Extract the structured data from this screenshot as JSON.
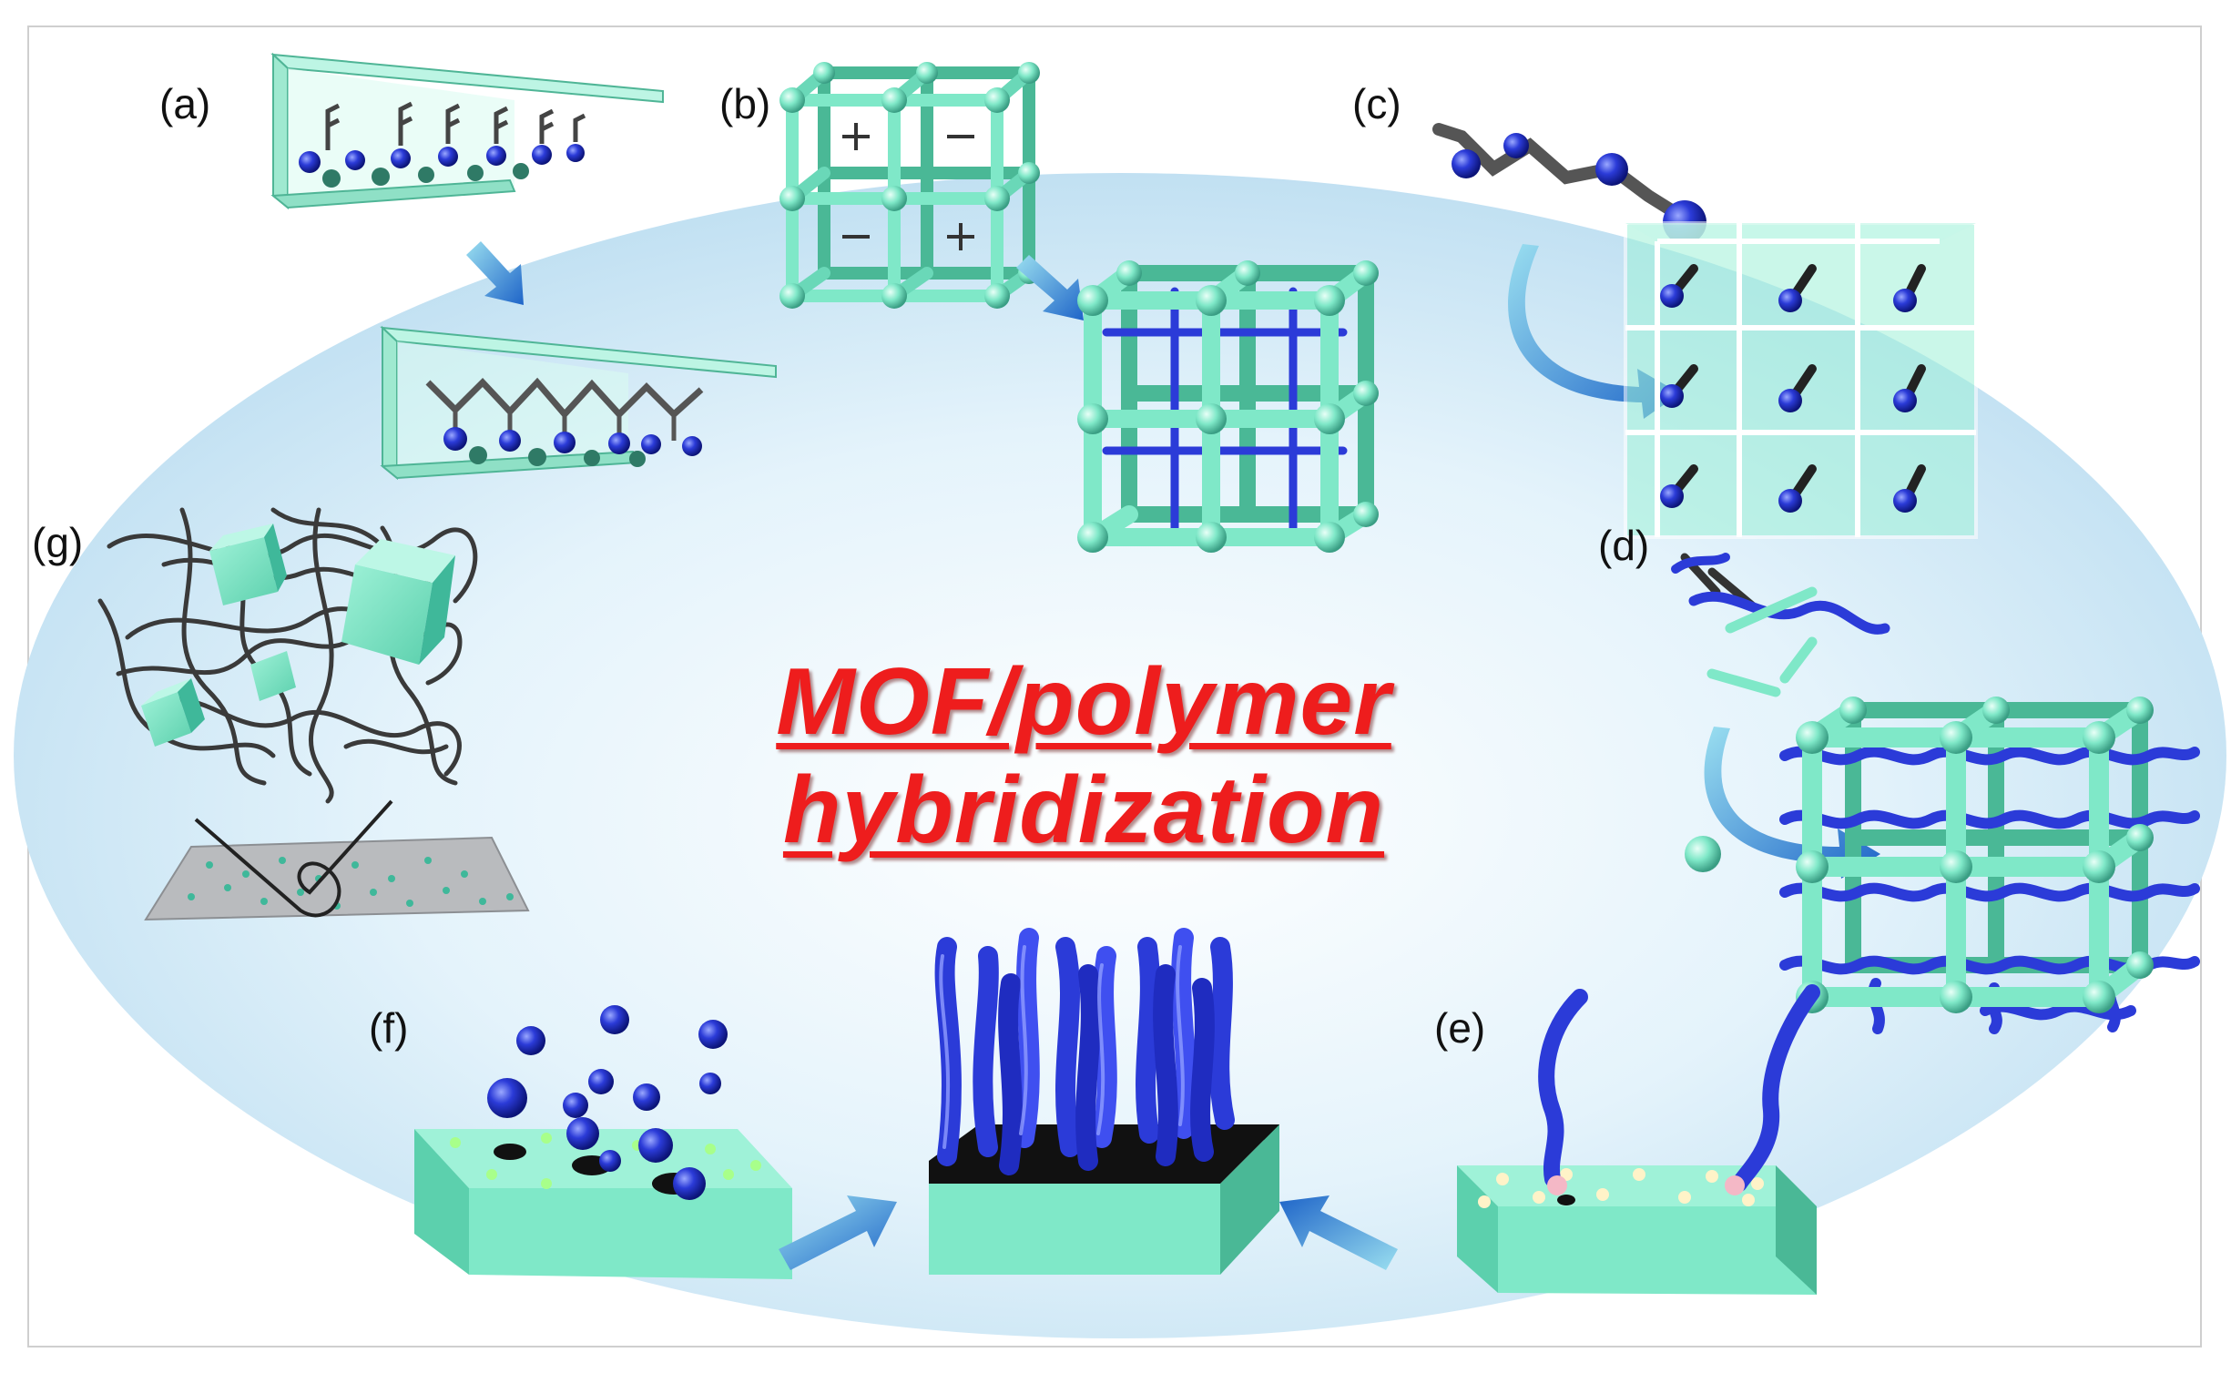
{
  "title": "MOF/polymer hybridization",
  "panels": {
    "a": "(a)",
    "b": "(b)",
    "c": "(c)",
    "d": "(d)",
    "e": "(e)",
    "f": "(f)",
    "g": "(g)"
  },
  "colors": {
    "mof": "#7fe8c8",
    "mof_dark": "#3fb89a",
    "polymer": "#2b3bd8",
    "polymer_light": "#6a7cff",
    "title": "#ee1d1d",
    "arrow": "#2f8fd9",
    "chain": "#333333"
  }
}
